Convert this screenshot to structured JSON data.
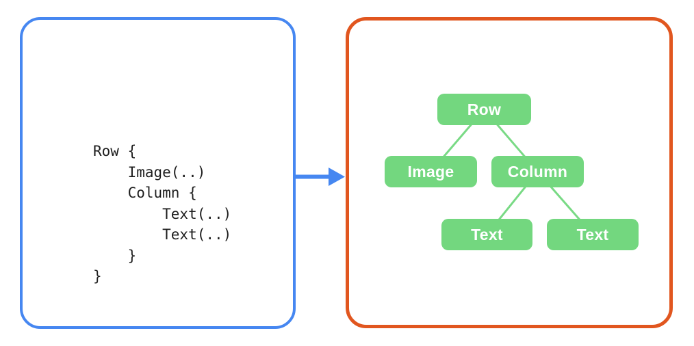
{
  "code": {
    "lines": [
      "Row {",
      "    Image(..)",
      "    Column {",
      "        Text(..)",
      "        Text(..)",
      "    }",
      "}"
    ]
  },
  "tree": {
    "nodes": [
      {
        "id": "row",
        "label": "Row"
      },
      {
        "id": "image",
        "label": "Image"
      },
      {
        "id": "column",
        "label": "Column"
      },
      {
        "id": "text-1",
        "label": "Text"
      },
      {
        "id": "text-2",
        "label": "Text"
      }
    ],
    "edges": [
      [
        "row",
        "image"
      ],
      [
        "row",
        "column"
      ],
      [
        "column",
        "text-1"
      ],
      [
        "column",
        "text-2"
      ]
    ]
  },
  "icons": {
    "arrow_right": "arrow-right-icon"
  },
  "colors": {
    "code_panel_border": "#4687F1",
    "tree_panel_border": "#E1561F",
    "node_fill": "#73D77F",
    "edge_stroke": "#79DA85",
    "arrow": "#4687F1",
    "code_text": "#1E1E1E",
    "node_text": "#FFFFFF"
  }
}
